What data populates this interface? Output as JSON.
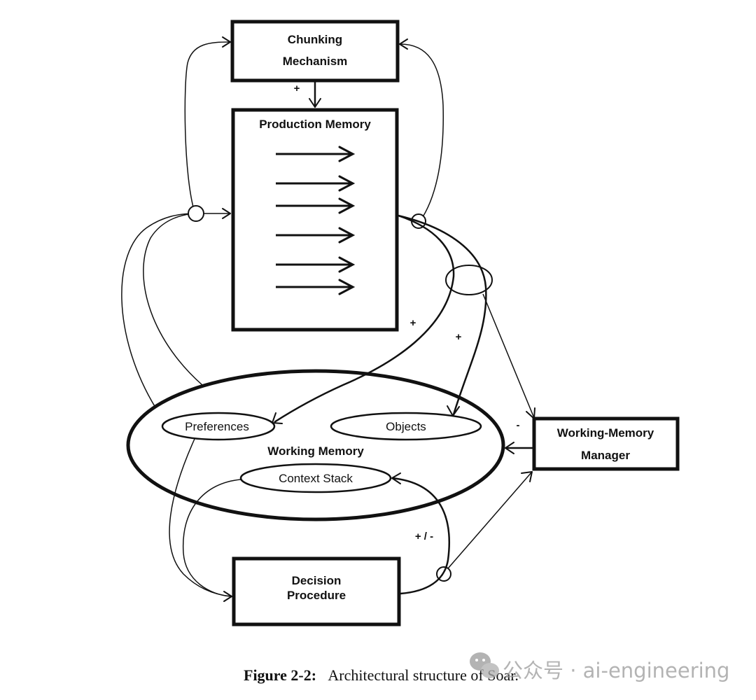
{
  "figure": {
    "caption_label": "Figure 2-2:",
    "caption_text": "Architectural structure of Soar.",
    "watermark": "公众号 · ai-engineering"
  },
  "components": {
    "chunking": {
      "line1": "Chunking",
      "line2": "Mechanism"
    },
    "production_memory": {
      "title": "Production Memory",
      "production_count": 6
    },
    "working_memory": {
      "title": "Working Memory",
      "preferences": "Preferences",
      "objects": "Objects",
      "context_stack": "Context Stack"
    },
    "wm_manager": {
      "line1": "Working-Memory",
      "line2": "Manager"
    },
    "decision": {
      "line1": "Decision",
      "line2": "Procedure"
    }
  },
  "annotations": {
    "chunk_to_pm": "+",
    "pm_to_preferences": "+",
    "pm_to_objects": "+",
    "wmm_sign": "-",
    "decision_to_context": "+ / -"
  }
}
